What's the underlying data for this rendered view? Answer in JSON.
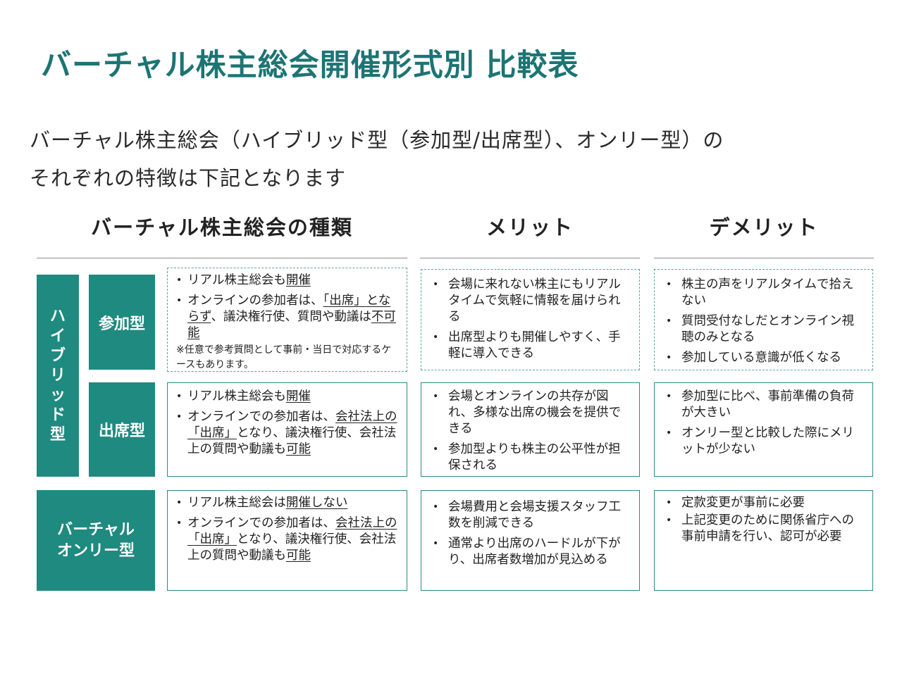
{
  "title": "バーチャル株主総会開催形式別 比較表",
  "subtitle": {
    "line1": "バーチャル株主総会（ハイブリッド型（参加型/出席型）、オンリー型）の",
    "line2": "それぞれの特徴は下記となります"
  },
  "headers": {
    "types": "バーチャル株主総会の種類",
    "merit": "メリット",
    "demerit": "デメリット"
  },
  "labels": {
    "hybrid_chars": [
      "ハ",
      "イ",
      "ブ",
      "リ",
      "ッ",
      "ド",
      "型"
    ],
    "participation": "参加型",
    "attendance": "出席型",
    "only_line1": "バーチャル",
    "only_line2": "オンリー型"
  },
  "participation": {
    "desc": {
      "b1_pre": "リアル株主総会も",
      "b1_u": "開催",
      "b2_pre": "オンラインの参加者は、",
      "b2_u1": "「出席」",
      "b2_u2": "とならず",
      "b2_mid": "、議決権行使、質問や動議は",
      "b2_u3": "不可能",
      "note": "※任意で参考質問として事前・当日で対応するケースもあります。"
    },
    "merits": [
      "会場に来れない株主にもリアルタイムで気軽に情報を届けられる",
      "出席型よりも開催しやすく、手軽に導入できる"
    ],
    "demerits": [
      "株主の声をリアルタイムで拾えない",
      "質問受付なしだとオンライン視聴のみとなる",
      "参加している意識が低くなる"
    ]
  },
  "attendance": {
    "desc": {
      "b1_pre": "リアル株主総会も",
      "b1_u": "開催",
      "b2_pre": "オンラインでの参加者は、",
      "b2_u1": "会社法上の「出席」",
      "b2_mid": "となり、議決権行使、会社法上の質問や動議も",
      "b2_u2": "可能"
    },
    "merits": [
      "会場とオンラインの共存が図れ、多様な出席の機会を提供できる",
      "参加型よりも株主の公平性が担保される"
    ],
    "demerits": [
      "参加型に比べ、事前準備の負荷が大きい",
      "オンリー型と比較した際にメリットが少ない"
    ]
  },
  "only": {
    "desc": {
      "b1_pre": "リアル株主総会は",
      "b1_u": "開催しない",
      "b2_pre": "オンラインでの参加者は、",
      "b2_u1": "会社法上の「出席」",
      "b2_mid": "となり、議決権行使、会社法上の質問や動議も",
      "b2_u2": "可能"
    },
    "merits": [
      "会場費用と会場支援スタッフ工数を削減できる",
      "通常より出席のハードルが下がり、出席者数増加が見込める"
    ],
    "demerits": [
      "定款変更が事前に必要",
      "上記変更のために関係省庁への事前申請を行い、認可が必要"
    ]
  },
  "colors": {
    "title": "#1d7474",
    "teal_fill": "#1f8a80",
    "border": "#2a8a85"
  }
}
